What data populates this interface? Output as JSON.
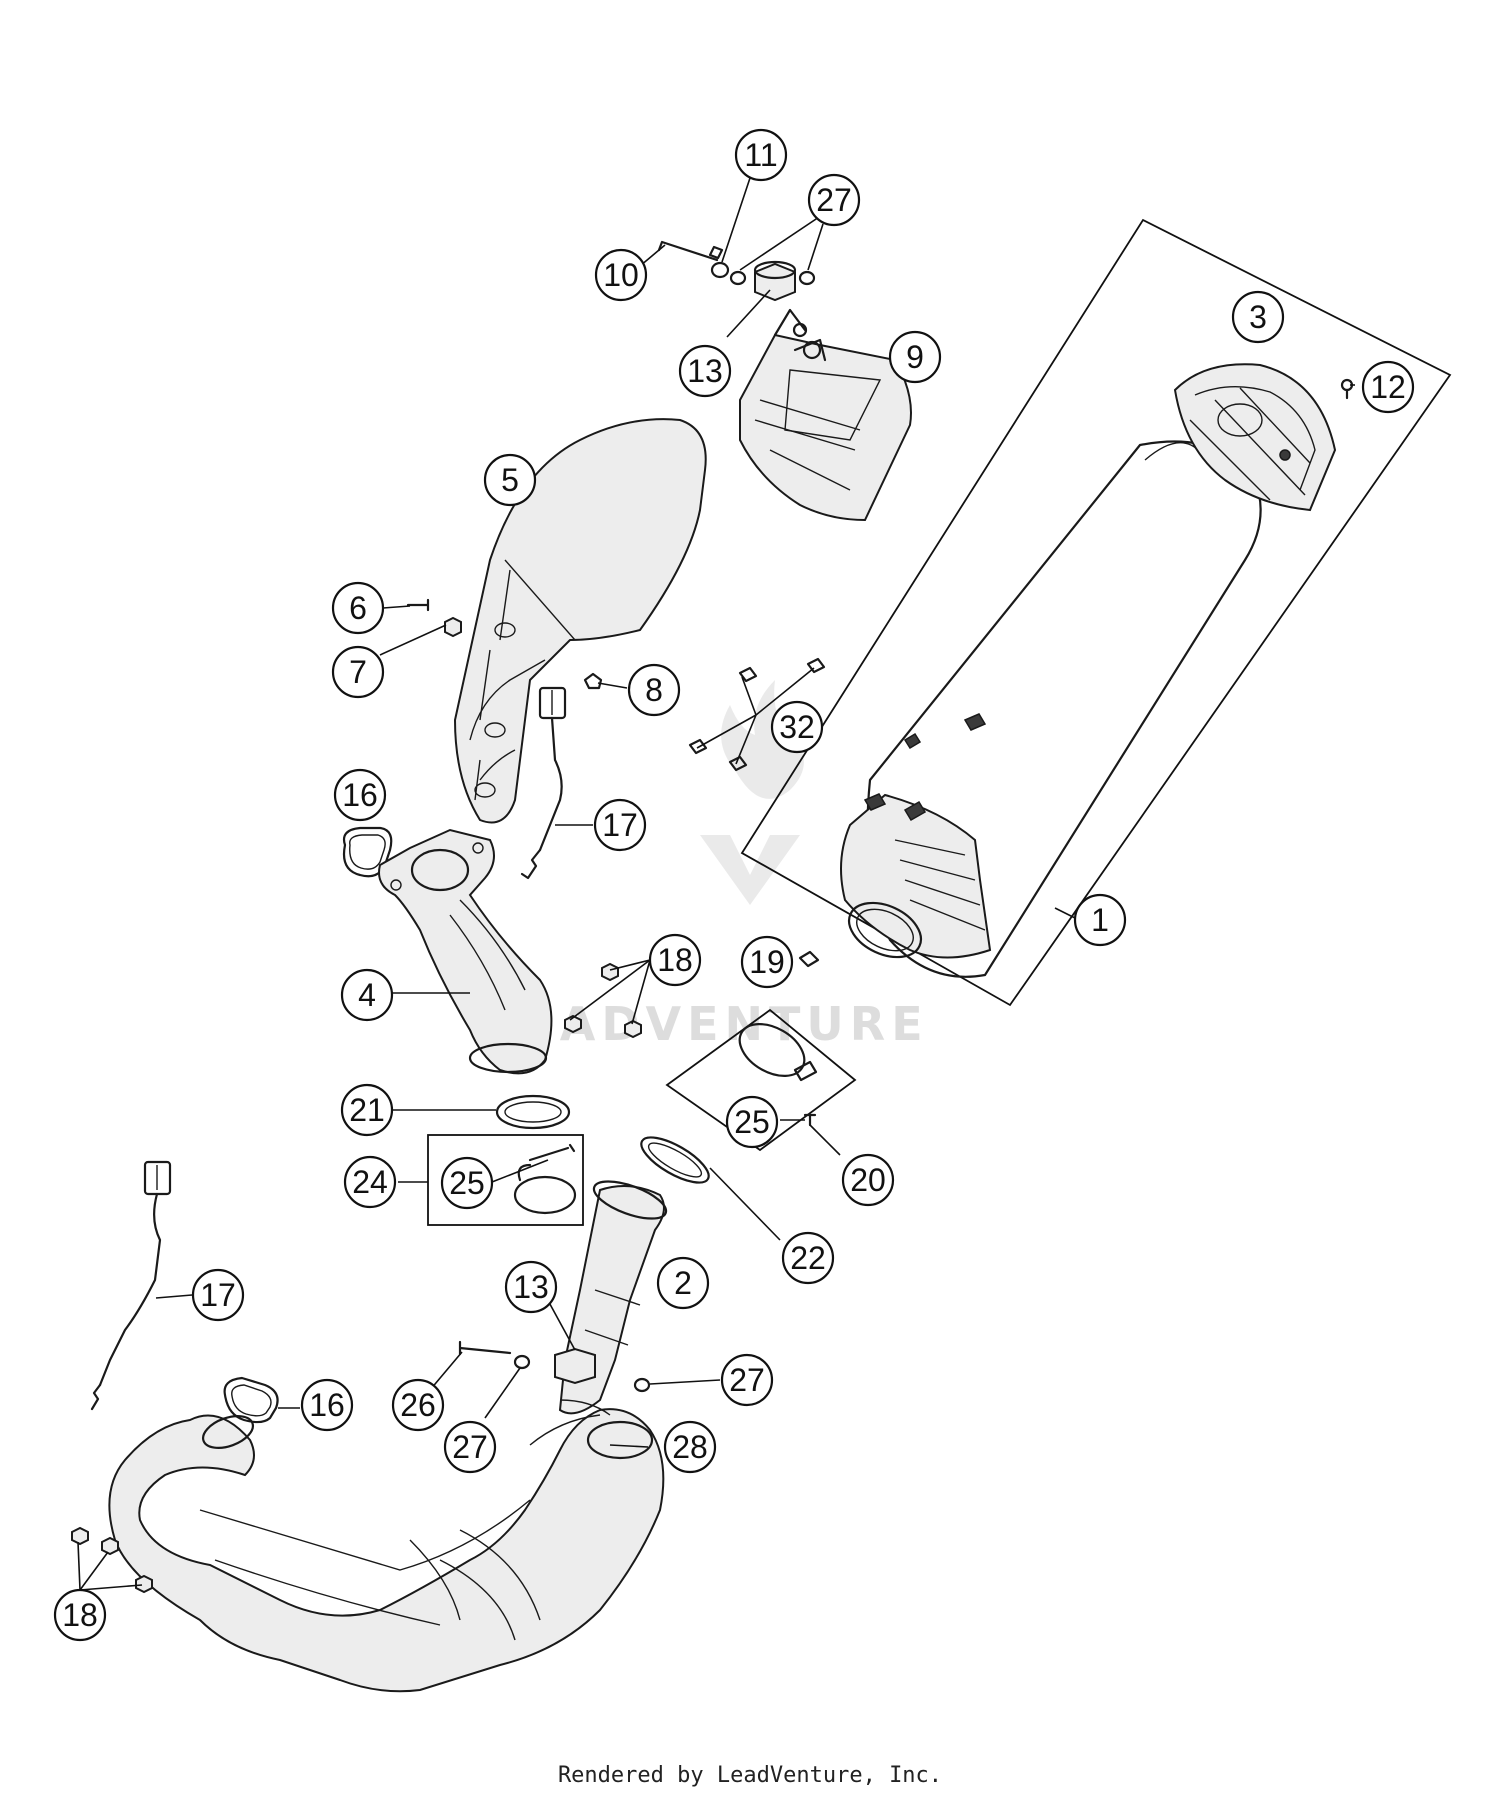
{
  "callouts": [
    {
      "id": "c-11",
      "label": "11"
    },
    {
      "id": "c-27a",
      "label": "27"
    },
    {
      "id": "c-10",
      "label": "10"
    },
    {
      "id": "c-13a",
      "label": "13"
    },
    {
      "id": "c-9",
      "label": "9"
    },
    {
      "id": "c-3",
      "label": "3"
    },
    {
      "id": "c-12",
      "label": "12"
    },
    {
      "id": "c-5",
      "label": "5"
    },
    {
      "id": "c-6",
      "label": "6"
    },
    {
      "id": "c-7",
      "label": "7"
    },
    {
      "id": "c-8",
      "label": "8"
    },
    {
      "id": "c-32",
      "label": "32"
    },
    {
      "id": "c-16a",
      "label": "16"
    },
    {
      "id": "c-17a",
      "label": "17"
    },
    {
      "id": "c-1",
      "label": "1"
    },
    {
      "id": "c-18a",
      "label": "18"
    },
    {
      "id": "c-19",
      "label": "19"
    },
    {
      "id": "c-4",
      "label": "4"
    },
    {
      "id": "c-21",
      "label": "21"
    },
    {
      "id": "c-25a",
      "label": "25"
    },
    {
      "id": "c-20",
      "label": "20"
    },
    {
      "id": "c-24",
      "label": "24"
    },
    {
      "id": "c-25b",
      "label": "25"
    },
    {
      "id": "c-22",
      "label": "22"
    },
    {
      "id": "c-2",
      "label": "2"
    },
    {
      "id": "c-13b",
      "label": "13"
    },
    {
      "id": "c-17b",
      "label": "17"
    },
    {
      "id": "c-27b",
      "label": "27"
    },
    {
      "id": "c-16b",
      "label": "16"
    },
    {
      "id": "c-26",
      "label": "26"
    },
    {
      "id": "c-27c",
      "label": "27"
    },
    {
      "id": "c-28",
      "label": "28"
    },
    {
      "id": "c-18b",
      "label": "18"
    }
  ],
  "watermark": "LEADVENTURE",
  "footer": "Rendered by LeadVenture, Inc."
}
